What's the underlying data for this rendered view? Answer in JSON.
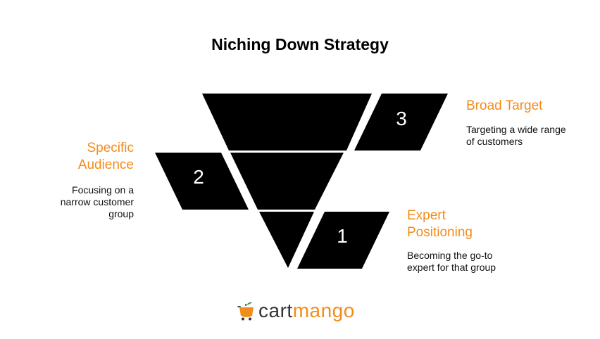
{
  "title": "Niching Down Strategy",
  "colors": {
    "accent": "#F28C1B",
    "shape": "#000000",
    "text": "#111111"
  },
  "steps": [
    {
      "number": "1",
      "label": "Expert Positioning",
      "description": "Becoming the go-to expert for that group"
    },
    {
      "number": "2",
      "label": "Specific Audience",
      "description": "Focusing on a narrow customer group"
    },
    {
      "number": "3",
      "label": "Broad Target",
      "description": "Targeting a wide range of customers"
    }
  ],
  "logo": {
    "part1": "cart",
    "part2": "mango",
    "icon": "cart-mango-icon"
  }
}
